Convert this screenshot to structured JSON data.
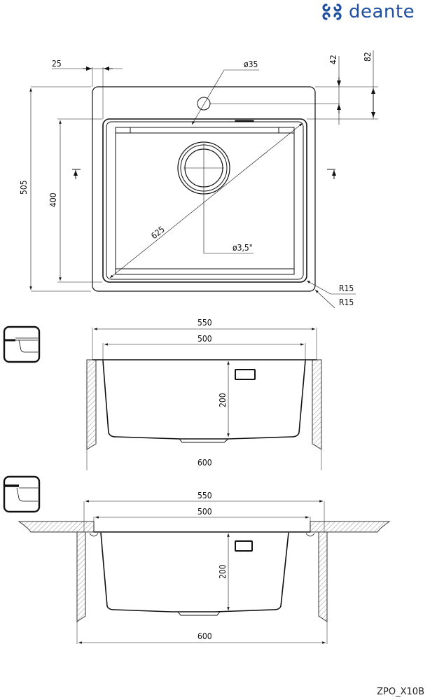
{
  "brand": {
    "name": "deante",
    "color": "#1f4fa0",
    "icon": "deante-logo-icon"
  },
  "drawing_code": "ZPO_X10B",
  "top_view": {
    "dims": {
      "rim_offset": "25",
      "tap_hole": "ø35",
      "tap_hole_offset": "42",
      "bowl_offset": "82",
      "overall_depth": "505",
      "bowl_depth": "400",
      "diagonal": "625",
      "drain": "ø3,5\"",
      "inner_radius": "R15",
      "outer_radius": "R15"
    }
  },
  "section_undermount": {
    "icon": "undermount-install-icon",
    "dims": {
      "overall_width": "550",
      "bowl_width": "500",
      "bowl_height": "200",
      "cabinet_width": "600"
    }
  },
  "section_flush": {
    "icon": "flush-mount-install-icon",
    "dims": {
      "overall_width": "550",
      "bowl_width": "500",
      "bowl_height": "200",
      "cabinet_width": "600"
    }
  }
}
